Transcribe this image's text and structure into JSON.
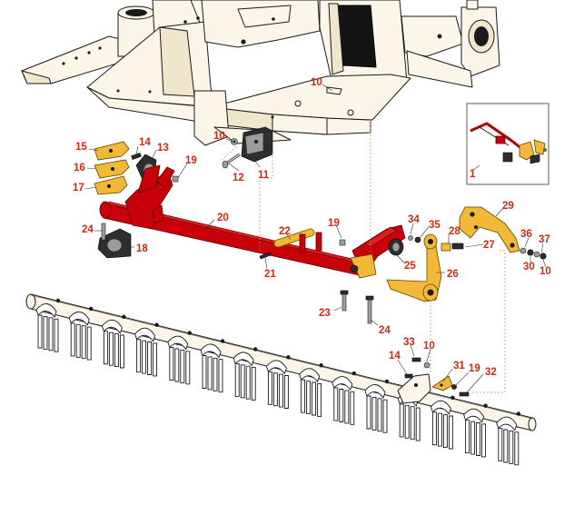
{
  "callouts": {
    "c1": "1",
    "c10a": "10",
    "c10b": "10",
    "c10c": "10",
    "c10d": "10",
    "c11": "11",
    "c12": "12",
    "c13": "13",
    "c14a": "14",
    "c14b": "14",
    "c15": "15",
    "c16": "16",
    "c17": "17",
    "c18": "18",
    "c19a": "19",
    "c19b": "19",
    "c19c": "19",
    "c20": "20",
    "c21": "21",
    "c22": "22",
    "c23": "23",
    "c24a": "24",
    "c24b": "24",
    "c25": "25",
    "c26": "26",
    "c27": "27",
    "c28": "28",
    "c29": "29",
    "c30": "30",
    "c31": "31",
    "c32": "32",
    "c33": "33",
    "c34": "34",
    "c35": "35",
    "c36": "36",
    "c37": "37"
  },
  "colors": {
    "callout": "#cc2a14",
    "main_shaft": "#c8000a",
    "bracket": "#f2b938",
    "frame": "#fbf6e8"
  }
}
